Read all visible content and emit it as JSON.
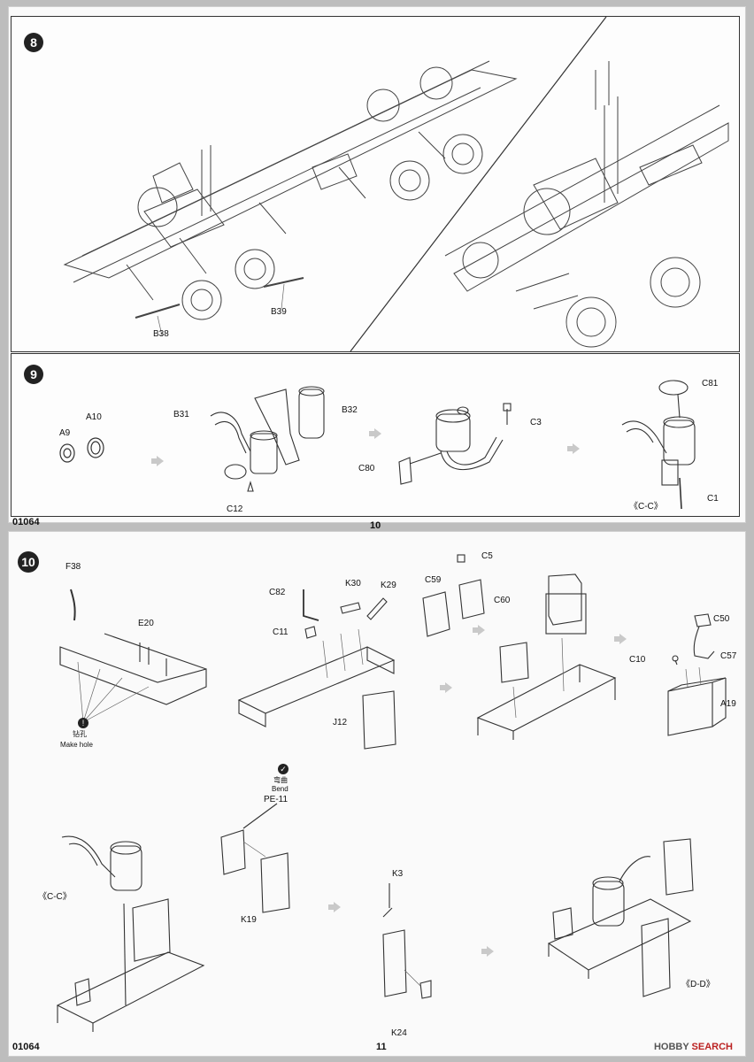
{
  "top_page": {
    "step8": {
      "number": "8",
      "labels": {
        "b38": "B38",
        "b39": "B39"
      }
    },
    "step9": {
      "number": "9",
      "labels": {
        "a9": "A9",
        "a10": "A10",
        "b31": "B31",
        "b32": "B32",
        "c12": "C12",
        "c3": "C3",
        "c80": "C80",
        "c81": "C81",
        "c1": "C1",
        "view": "《C-C》"
      }
    },
    "kit_code": "01064",
    "page_number": "10"
  },
  "bottom_page": {
    "step10": {
      "number": "10",
      "labels": {
        "f38": "F38",
        "e20": "E20",
        "make_hole_cn": "钻孔",
        "make_hole_en": "Make hole",
        "c82": "C82",
        "k30": "K30",
        "k29": "K29",
        "c11": "C11",
        "j12": "J12",
        "c5": "C5",
        "c59": "C59",
        "c60": "C60",
        "c50": "C50",
        "c10": "C10",
        "c57": "C57",
        "a19": "A19",
        "bend_cn": "弯曲",
        "bend_en": "Bend",
        "pe11": "PE-11",
        "k19": "K19",
        "k3": "K3",
        "k24": "K24",
        "view_cc": "《C-C》",
        "view_dd": "《D-D》"
      }
    },
    "kit_code": "01064",
    "page_number": "11",
    "watermark": {
      "brand": "HOBBY",
      "suffix": "SEARCH"
    }
  },
  "colors": {
    "badge": "#222222",
    "line": "#333333",
    "arrow": "#c9c9c9"
  }
}
